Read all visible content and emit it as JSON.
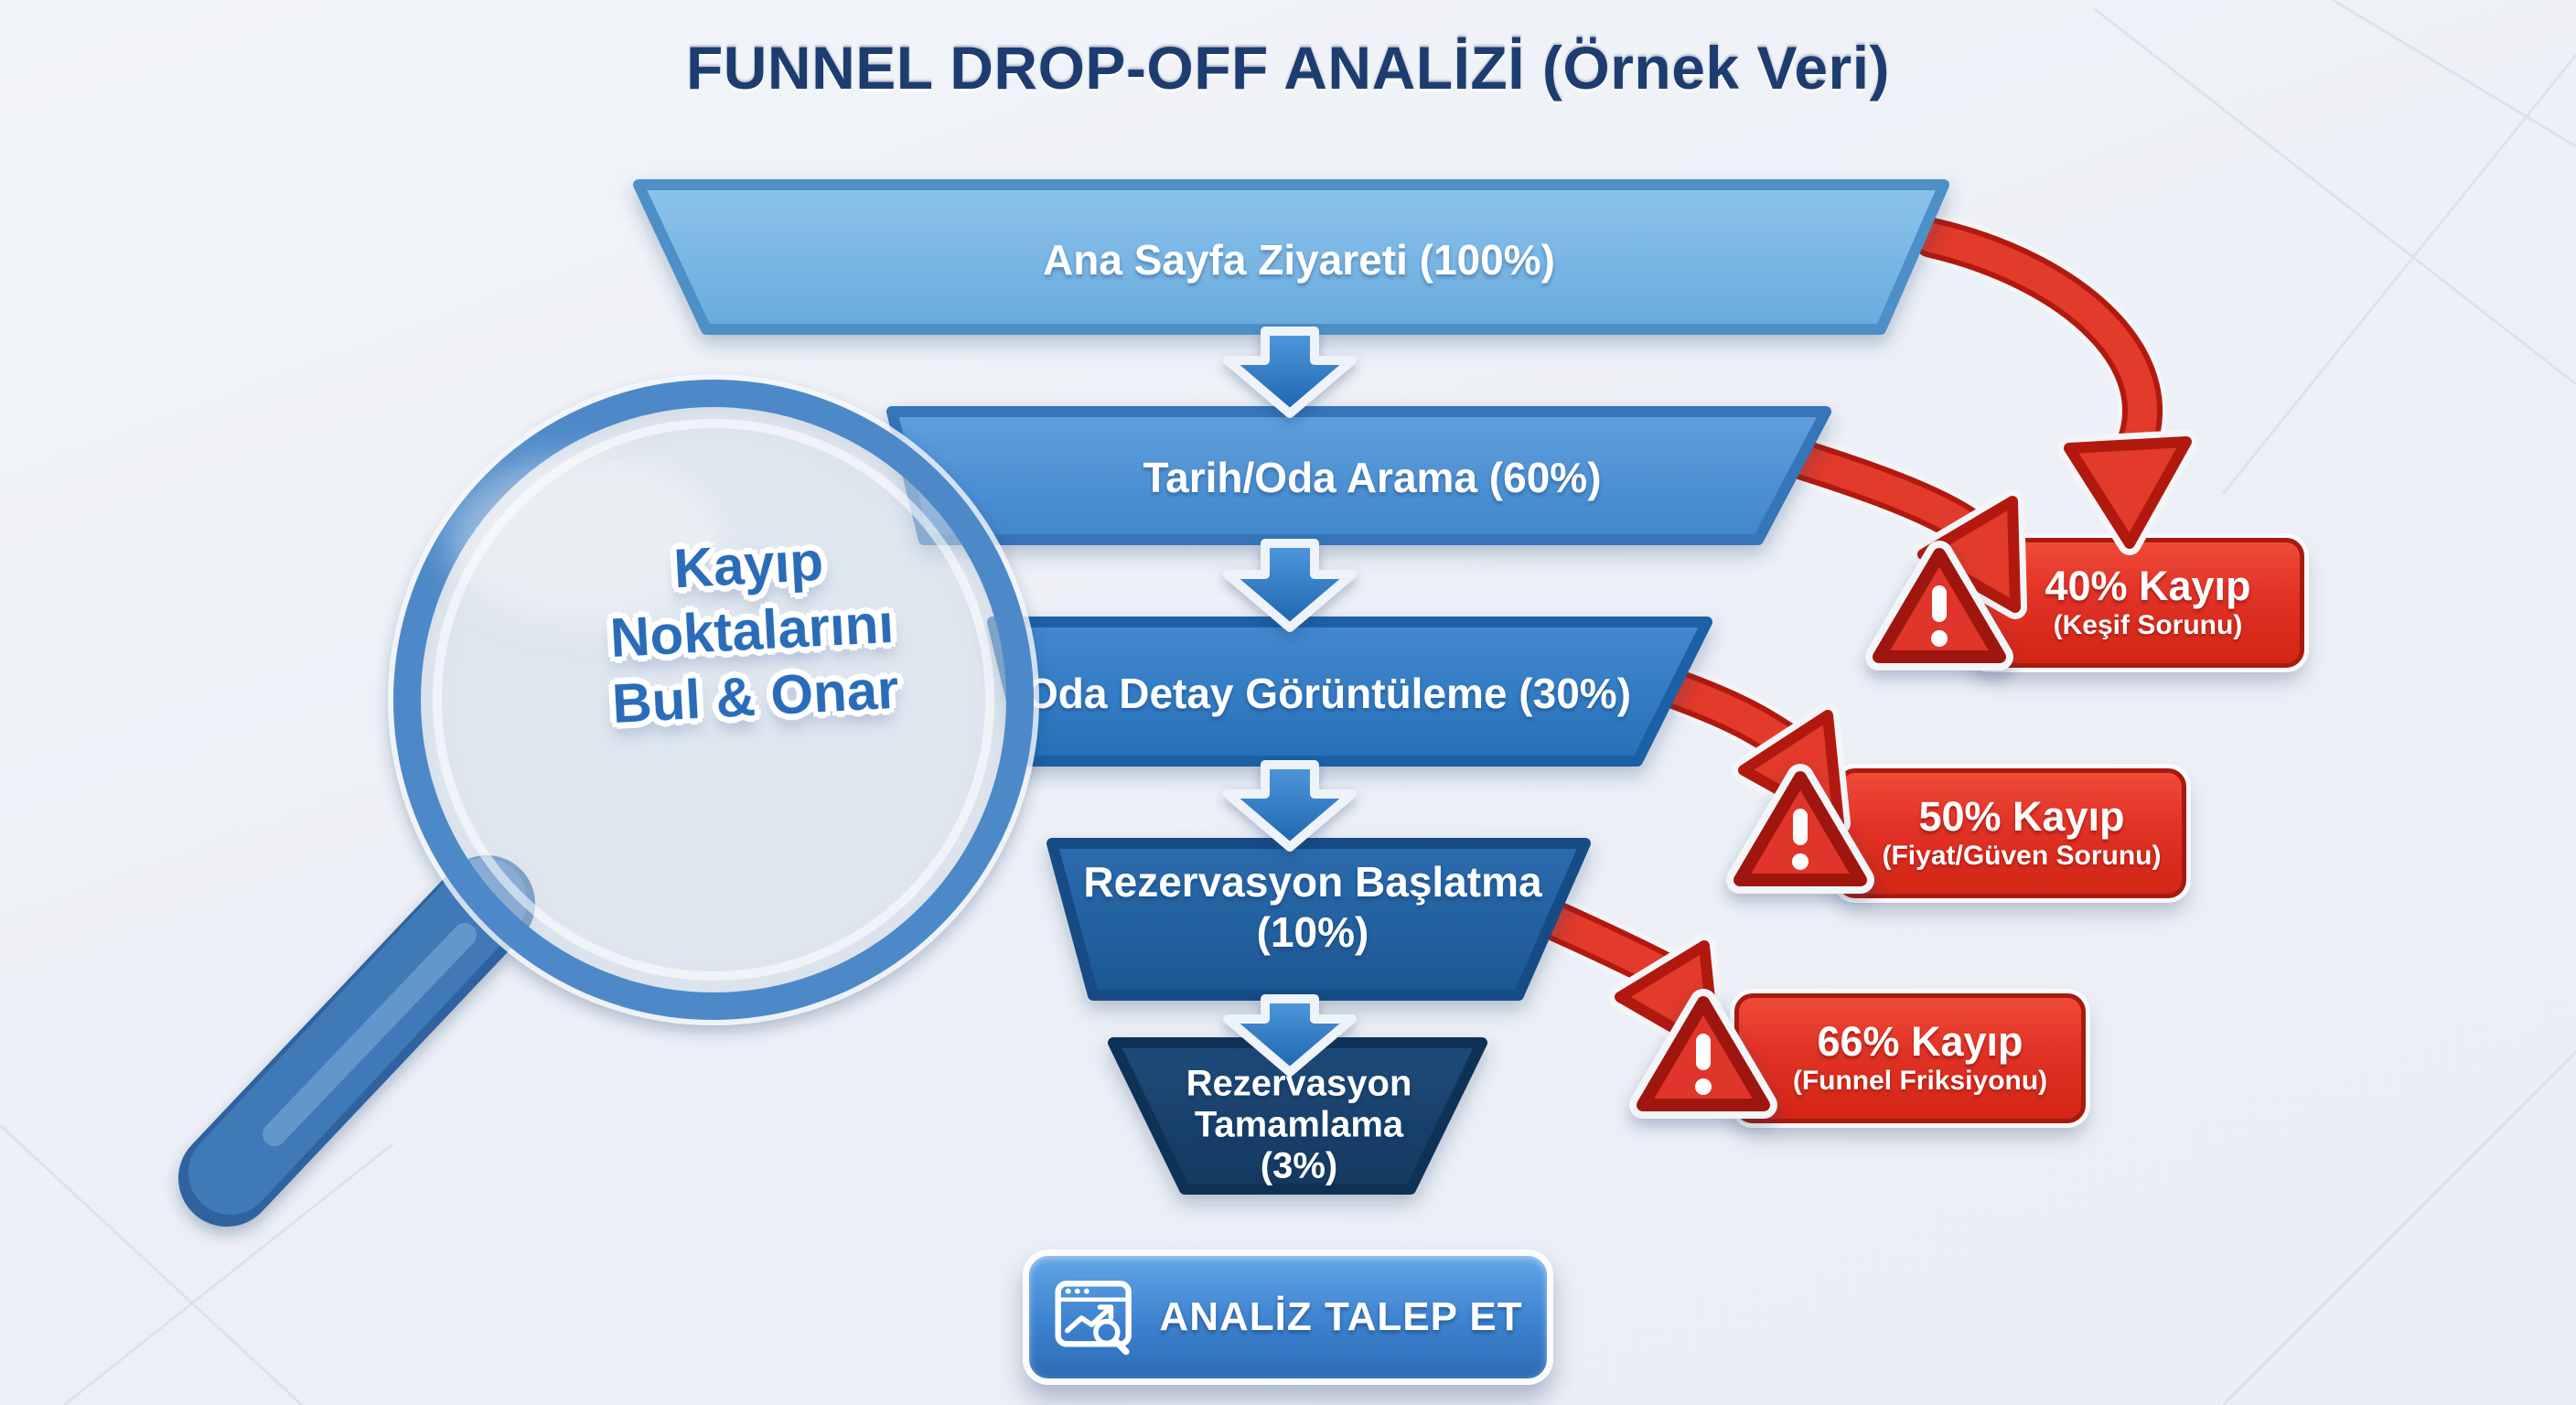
{
  "title": "FUNNEL DROP-OFF ANALİZİ (Örnek Veri)",
  "funnel": {
    "type": "funnel",
    "stages": [
      {
        "name": "Ana Sayfa Ziyareti",
        "percent": 100,
        "label": "Ana Sayfa Ziyareti (100%)",
        "lines": [
          "Ana Sayfa Ziyareti (100%)"
        ],
        "color": "#79b6e6"
      },
      {
        "name": "Tarih/Oda Arama",
        "percent": 60,
        "label": "Tarih/Oda Arama (60%)",
        "lines": [
          "Tarih/Oda Arama (60%)"
        ],
        "color": "#539ad8"
      },
      {
        "name": "Oda Detay Görüntüleme",
        "percent": 30,
        "label": "Oda Detay Görüntüleme (30%)",
        "lines": [
          "Oda Detay Görüntüleme (30%)"
        ],
        "color": "#3381c8"
      },
      {
        "name": "Rezervasyon Başlatma",
        "percent": 10,
        "label": "Rezervasyon Başlatma (10%)",
        "lines": [
          "Rezervasyon Başlatma",
          "(10%)"
        ],
        "color": "#2263a4"
      },
      {
        "name": "Rezervasyon Tamamlama",
        "percent": 3,
        "label": "Rezervasyon Tamamlama (3%)",
        "lines": [
          "Rezervasyon",
          "Tamamlama",
          "(3%)"
        ],
        "color": "#17436f"
      }
    ]
  },
  "dropoffs": [
    {
      "percent": 40,
      "loss": "40% Kayıp",
      "reason": "(Keşif Sorunu)",
      "icon": "warning-triangle-icon"
    },
    {
      "percent": 50,
      "loss": "50% Kayıp",
      "reason": "(Fiyat/Güven Sorunu)",
      "icon": "warning-triangle-icon"
    },
    {
      "percent": 66,
      "loss": "66% Kayıp",
      "reason": "(Funnel Friksiyonu)",
      "icon": "warning-triangle-icon"
    }
  ],
  "magnifier": {
    "icon": "magnifying-glass-icon",
    "lines": [
      "Kayıp",
      "Noktalarını",
      "Bul & Onar"
    ]
  },
  "cta": {
    "label": "ANALİZ TALEP ET",
    "icon": "analytics-report-icon"
  },
  "colors": {
    "background": "#eef1f6",
    "title_navy": "#1d3c70",
    "funnel_arrow_blue": "#2a76c6",
    "loss_red": "#e0352a",
    "loss_red_dark": "#a81a0e",
    "lens_text_blue": "#2a6cb8",
    "cta_blue": "#3d82cf",
    "stage_text": "#ffffff"
  }
}
